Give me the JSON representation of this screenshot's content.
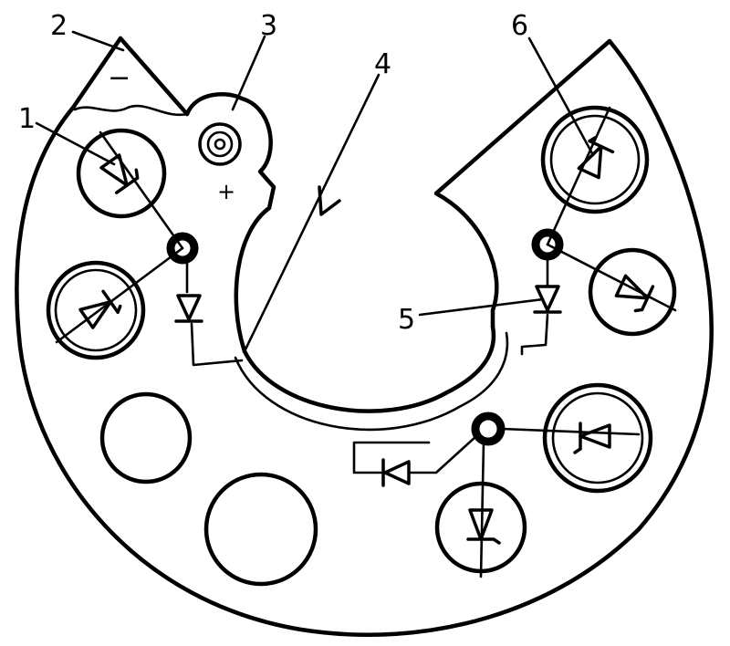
{
  "labels": {
    "l1": "1",
    "l2": "2",
    "l3": "3",
    "l4": "4",
    "l5": "5",
    "l6": "6"
  },
  "symbols": {
    "minus": "−",
    "plus": "+"
  },
  "colors": {
    "ink": "#000000",
    "paper": "#ffffff"
  },
  "icons": {
    "diode": "diode-icon",
    "terminal": "terminal-icon"
  }
}
